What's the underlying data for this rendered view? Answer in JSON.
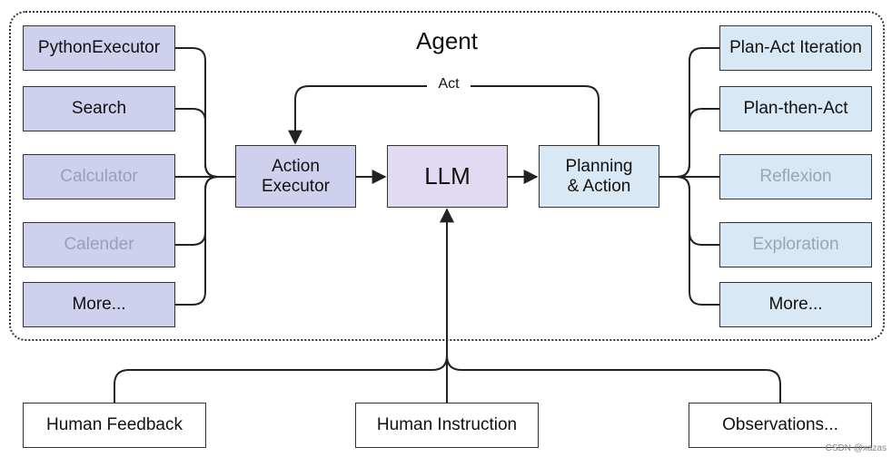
{
  "agent": {
    "title": "Agent",
    "loop_label": "Act"
  },
  "tools": [
    {
      "label": "PythonExecutor",
      "faded": false
    },
    {
      "label": "Search",
      "faded": false
    },
    {
      "label": "Calculator",
      "faded": true
    },
    {
      "label": "Calender",
      "faded": true
    },
    {
      "label": "More...",
      "faded": false
    }
  ],
  "core": {
    "executor": "Action\nExecutor",
    "llm": "LLM",
    "planning": "Planning\n& Action"
  },
  "strategies": [
    {
      "label": "Plan-Act Iteration",
      "faded": false
    },
    {
      "label": "Plan-then-Act",
      "faded": false
    },
    {
      "label": "Reflexion",
      "faded": true
    },
    {
      "label": "Exploration",
      "faded": true
    },
    {
      "label": "More...",
      "faded": false
    }
  ],
  "inputs": [
    {
      "label": "Human Feedback"
    },
    {
      "label": "Human Instruction"
    },
    {
      "label": "Observations..."
    }
  ],
  "watermark": "CSDN @xazas",
  "colors": {
    "tool_fill": "#cfd0ee",
    "llm_fill": "#e2d9f3",
    "strategy_fill": "#d8e8f4",
    "line": "#222222"
  }
}
